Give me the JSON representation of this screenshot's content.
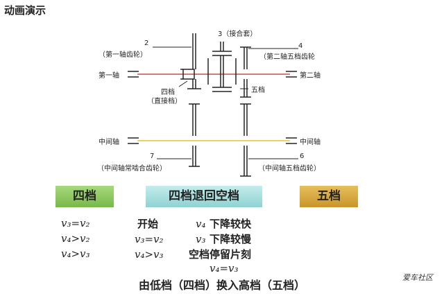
{
  "title": "动画演示",
  "labels": {
    "gear2_num": "2",
    "gear2_name": "（第一轴齿轮）",
    "gear3": "3（接合套）",
    "gear4_num": "4",
    "gear4_name": "（第二轴五档齿轮",
    "shaft1": "第一轴",
    "shaft2": "第二轴",
    "fourth_gear": "四档",
    "fourth_direct": "（直接档）",
    "fifth_gear": "五档",
    "mid_shaft_left": "中间轴",
    "mid_shaft_right": "中间轴",
    "gear7_num": "7",
    "gear7_name": "（中间轴常啮合齿轮）",
    "gear6_num": "6",
    "gear6_name": "（中间轴五档齿轮）"
  },
  "boxes": {
    "left": "四档",
    "center": "四档退回空档",
    "right": "五档"
  },
  "colors": {
    "shaft_red": "#c0504d",
    "shaft_yellow": "#f0d060",
    "box_left": "#8dc85f",
    "box_center": "#a8dede",
    "box_right": "#d8a83c"
  },
  "left_eqs": [
    "v₃=v₂",
    "v₄>v₂",
    "v₄>v₃"
  ],
  "mid_eqs": [
    "v₃=v₂",
    "v₄>v₃"
  ],
  "mid_words": [
    "开始"
  ],
  "right_lines": [
    {
      "pre": "v₄",
      "text": "下降较快"
    },
    {
      "pre": "v₃",
      "text": "下降较慢"
    },
    {
      "pre": "",
      "text": "空档停留片刻"
    }
  ],
  "final_eq": "v₄=v₃",
  "bottom": "由低档（四档）换入高档（五档）",
  "watermark": "爱车社区"
}
